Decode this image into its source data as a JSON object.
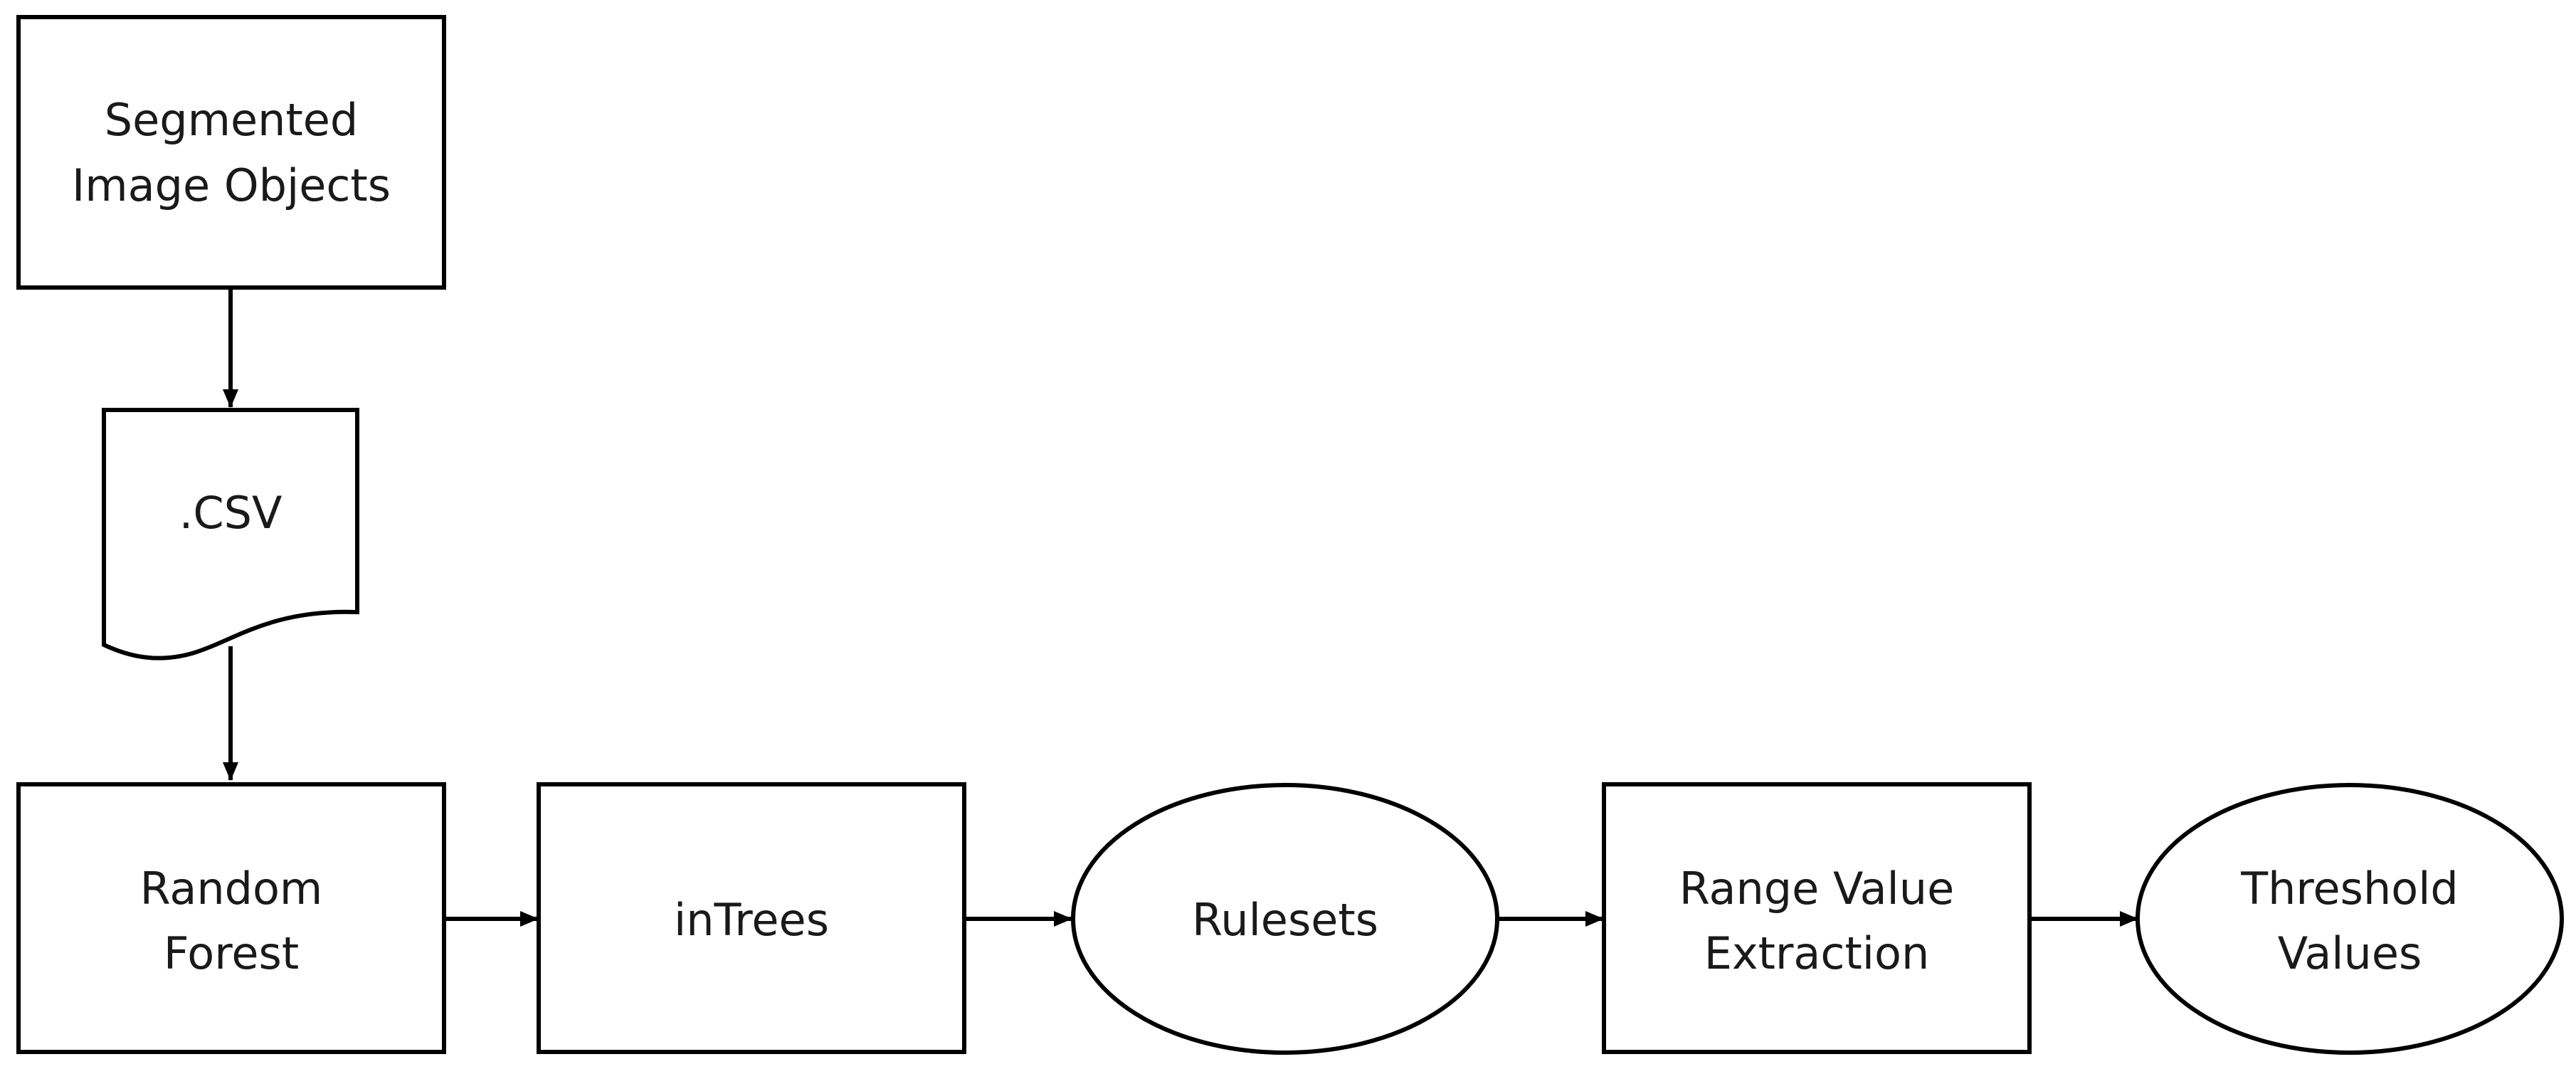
{
  "diagram": {
    "nodes": {
      "segmented": {
        "line1": "Segmented",
        "line2": "Image Objects"
      },
      "csv": {
        "label": ".CSV"
      },
      "random_forest": {
        "line1": "Random",
        "line2": "Forest"
      },
      "intrees": {
        "label": "inTrees"
      },
      "rulesets": {
        "label": "Rulesets"
      },
      "range_value": {
        "line1": "Range Value",
        "line2": "Extraction"
      },
      "threshold": {
        "line1": "Threshold",
        "line2": "Values"
      }
    },
    "edges": [
      {
        "from": "segmented",
        "to": "csv"
      },
      {
        "from": "csv",
        "to": "random_forest"
      },
      {
        "from": "random_forest",
        "to": "intrees"
      },
      {
        "from": "intrees",
        "to": "rulesets"
      },
      {
        "from": "rulesets",
        "to": "range_value"
      },
      {
        "from": "range_value",
        "to": "threshold"
      }
    ],
    "colors": {
      "stroke": "#000000",
      "fill": "#ffffff",
      "text": "#1a1a1a"
    }
  }
}
